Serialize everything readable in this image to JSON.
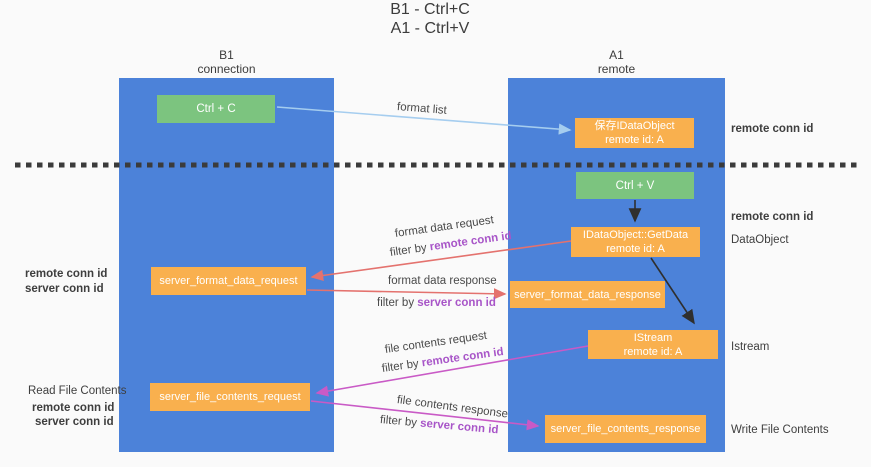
{
  "title": {
    "line1": "B1 - Ctrl+C",
    "line2": "A1 - Ctrl+V"
  },
  "columns": {
    "left": {
      "name": "B1",
      "subtitle": "connection"
    },
    "right": {
      "name": "A1",
      "subtitle": "remote"
    }
  },
  "boxes": {
    "ctrl_c": "Ctrl + C",
    "ctrl_v": "Ctrl + V",
    "save_idataobject": {
      "line1": "保存IDataObject",
      "line2": "remote id: A"
    },
    "idataobject_getdata": {
      "line1": "IDataObject::GetData",
      "line2": "remote id: A"
    },
    "istream": {
      "line1": "IStream",
      "line2": "remote id: A"
    },
    "server_format_data_request": "server_format_data_request",
    "server_format_data_response": "server_format_data_response",
    "server_file_contents_request": "server_file_contents_request",
    "server_file_contents_response": "server_file_contents_response"
  },
  "flow_labels": {
    "format_list": "format list",
    "format_data_request": "format data request",
    "format_data_response": "format data response",
    "file_contents_request": "file contents request",
    "file_contents_response": "file contents response",
    "filter_by": "filter by ",
    "remote_conn_id": "remote conn id",
    "server_conn_id": "server conn id"
  },
  "side_labels": {
    "left": {
      "remote_conn_id": "remote conn id",
      "server_conn_id": "server conn id",
      "read_file_contents": "Read File Contents"
    },
    "right": {
      "remote_conn_id": "remote conn id",
      "dataobject": "DataObject",
      "istream": "Istream",
      "write_file_contents": "Write File Contents"
    }
  },
  "colors": {
    "column_blue": "#4c82d9",
    "box_green": "#7cc47f",
    "box_orange": "#f9b04e",
    "arrow_red": "#e4726e",
    "arrow_magenta": "#c95ac6",
    "arrow_light_blue": "#a5cdef",
    "arrow_black": "#2f2f2f",
    "text_purple": "#a855c8",
    "text_green": "#66be68",
    "background": "#fafafa"
  }
}
